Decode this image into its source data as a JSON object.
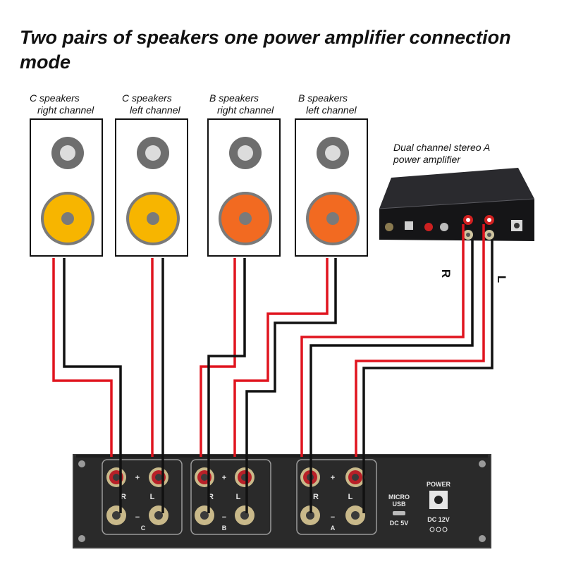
{
  "title": "Two pairs of speakers one power amplifier connection mode",
  "speakers": [
    {
      "line1": "C speakers",
      "line2": "right channel",
      "color": "yellow"
    },
    {
      "line1": "C speakers",
      "line2": "left channel",
      "color": "yellow"
    },
    {
      "line1": "B speakers",
      "line2": "right channel",
      "color": "orange"
    },
    {
      "line1": "B speakers",
      "line2": "left channel",
      "color": "orange"
    }
  ],
  "amplifier": {
    "line1": "Dual channel stereo A",
    "line2": "power amplifier"
  },
  "channel_labels": {
    "right": "R",
    "left": "L"
  },
  "switcher": {
    "groups": [
      {
        "name": "C",
        "right": "R",
        "left": "L",
        "plus": "+",
        "minus": "−"
      },
      {
        "name": "B",
        "right": "R",
        "left": "L",
        "plus": "+",
        "minus": "−"
      },
      {
        "name": "A",
        "right": "R",
        "left": "L",
        "plus": "+",
        "minus": "−"
      }
    ],
    "usb_line1": "MICRO",
    "usb_line2": "USB",
    "usb_dc": "DC 5V",
    "power_label": "POWER",
    "power_dc": "DC 12V"
  },
  "colors": {
    "wire_positive": "#e0141e",
    "wire_negative": "#111111",
    "woofer_c": "#f7b500",
    "woofer_b": "#f26a21"
  }
}
